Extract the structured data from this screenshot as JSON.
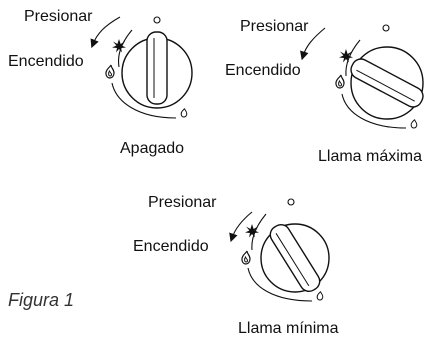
{
  "labels": {
    "press": "Presionar",
    "ignition": "Encendido"
  },
  "dials": [
    {
      "caption": "Apagado"
    },
    {
      "caption": "Llama máxima"
    },
    {
      "caption": "Llama mínima"
    }
  ],
  "figure_label": "Figura 1"
}
